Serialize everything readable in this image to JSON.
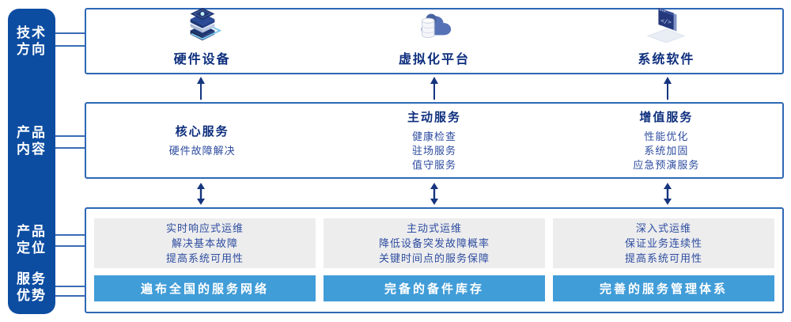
{
  "colors": {
    "sidebar_bg": "#0d4da1",
    "box_border": "#2d68b5",
    "connector_line": "#3a6cb5",
    "heading_text": "#0e2f7e",
    "body_text": "#2e4da0",
    "arrow": "#16357f",
    "panel_gray": "#ededee",
    "advantage_bar_bg": "#419dd8",
    "advantage_bar_text": "#ffffff"
  },
  "sidebar": {
    "items": [
      {
        "label": "技术\n方向"
      },
      {
        "label": "产品\n内容"
      },
      {
        "label": "产品\n定位"
      },
      {
        "label": "服务\n优势"
      }
    ]
  },
  "tech_row": {
    "items": [
      {
        "label": "硬件设备",
        "icon": "server-stack-icon"
      },
      {
        "label": "虚拟化平台",
        "icon": "cloud-database-icon"
      },
      {
        "label": "系统软件",
        "icon": "code-window-icon"
      }
    ]
  },
  "service_row": {
    "columns": [
      {
        "title": "核心服务",
        "items": [
          "硬件故障解决"
        ]
      },
      {
        "title": "主动服务",
        "items": [
          "健康检查",
          "驻场服务",
          "值守服务"
        ]
      },
      {
        "title": "增值服务",
        "items": [
          "性能优化",
          "系统加固",
          "应急预演服务"
        ]
      }
    ]
  },
  "positioning_row": {
    "columns": [
      {
        "lines": [
          "实时响应式运维",
          "解决基本故障",
          "提高系统可用性"
        ],
        "advantage": "遍布全国的服务网络"
      },
      {
        "lines": [
          "主动式运维",
          "降低设备突发故障概率",
          "关键时间点的服务保障"
        ],
        "advantage": "完备的备件库存"
      },
      {
        "lines": [
          "深入式运维",
          "保证业务连续性",
          "提高系统可用性"
        ],
        "advantage": "完善的服务管理体系"
      }
    ]
  }
}
